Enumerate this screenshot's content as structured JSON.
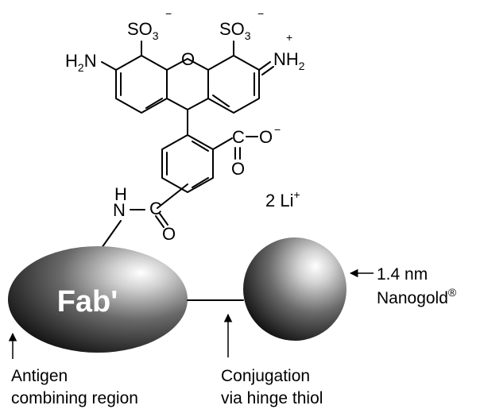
{
  "molecule": {
    "sulfonate_left": "SO",
    "sulfonate_right": "SO",
    "sub_3": "3",
    "charge_minus": "−",
    "charge_plus": "+",
    "amine_left_H": "H",
    "amine_left_sub": "2",
    "amine_left_N": "N",
    "ring_oxygen": "O",
    "iminium_N": "NH",
    "iminium_sub": "2",
    "carboxyl_C": "C",
    "carboxyl_O_double": "O",
    "carboxyl_O_single": "O",
    "amide_H": "H",
    "amide_N": "N",
    "amide_C": "C",
    "amide_O": "O",
    "counterion": "2 Li",
    "counterion_charge": "+"
  },
  "antibody": {
    "label": "Fab'"
  },
  "nanogold": {
    "size_label": "1.4 nm",
    "name": "Nanogold",
    "mark": "®"
  },
  "annotations": {
    "antigen_line1": "Antigen",
    "antigen_line2": "combining region",
    "conjugation_line1": "Conjugation",
    "conjugation_line2": "via hinge thiol"
  },
  "colors": {
    "sphere_highlight": "#ffffff",
    "sphere_shadow": "#0a0a0a",
    "ink": "#000000"
  }
}
